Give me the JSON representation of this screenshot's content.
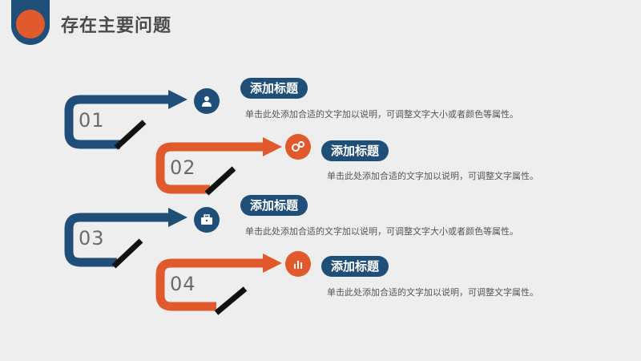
{
  "header": {
    "title": "存在主要问题"
  },
  "colors": {
    "primary": "#1f4e79",
    "accent": "#e05a2b",
    "background": "#eeeeee"
  },
  "steps": [
    {
      "number": "01",
      "color": "primary",
      "icon": "user-icon",
      "title": "添加标题",
      "desc": "单击此处添加合适的文字加以说明，可调整文字大小或者颜色等属性。"
    },
    {
      "number": "02",
      "color": "accent",
      "icon": "gears-icon",
      "title": "添加标题",
      "desc": "单击此处添加合适的文字加以说明，可调整文字属性。"
    },
    {
      "number": "03",
      "color": "primary",
      "icon": "briefcase-icon",
      "title": "添加标题",
      "desc": "单击此处添加合适的文字加以说明，可调整文字大小或者颜色等属性。"
    },
    {
      "number": "04",
      "color": "accent",
      "icon": "bar-chart-icon",
      "title": "添加标题",
      "desc": "单击此处添加合适的文字加以说明，可调整文字属性。"
    }
  ]
}
